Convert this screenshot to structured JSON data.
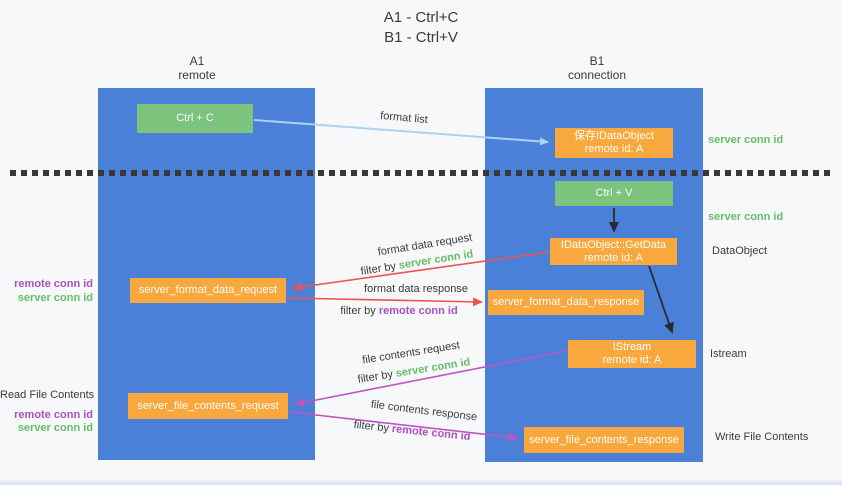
{
  "title": {
    "line1": "A1 - Ctrl+C",
    "line2": "B1 - Ctrl+V"
  },
  "lanes": {
    "left": {
      "title": "A1",
      "subtitle": "remote"
    },
    "right": {
      "title": "B1",
      "subtitle": "connection"
    }
  },
  "nodes": {
    "ctrl_c": {
      "label": "Ctrl + C"
    },
    "ctrl_v": {
      "label": "Ctrl + V"
    },
    "save_idataobject": {
      "line1": "保存IDataObject",
      "line2": "remote id: A"
    },
    "getdata": {
      "line1": "IDataObject::GetData",
      "line2": "remote id: A"
    },
    "istream": {
      "line1": "IStream",
      "line2": "remote id: A"
    },
    "format_request": {
      "label": "server_format_data_request"
    },
    "format_response": {
      "label": "server_format_data_response"
    },
    "file_request": {
      "label": "server_file_contents_request"
    },
    "file_response": {
      "label": "server_file_contents_response"
    }
  },
  "left_labels": {
    "format_remote": "remote conn id",
    "format_server": "server conn id",
    "read_title": "Read File Contents",
    "file_remote": "remote conn id",
    "file_server": "server conn id"
  },
  "right_labels": {
    "server_conn_top": "server conn id",
    "server_conn_mid": "server conn id",
    "dataobject": "DataObject",
    "istream": "Istream",
    "write_title": "Write File Contents"
  },
  "flow_labels": {
    "format_list": "format list",
    "format_data_request": "format data request",
    "format_data_request_filter_prefix": "filter by ",
    "format_data_request_filter_key": "server conn id",
    "format_data_response": "format data response",
    "format_data_response_filter_prefix": "filter by ",
    "format_data_response_filter_key": "remote conn id",
    "file_contents_request": "file contents request",
    "file_contents_request_filter_prefix": "filter by ",
    "file_contents_request_filter_key": "server conn id",
    "file_contents_response": "file contents response",
    "file_contents_response_filter_prefix": "filter by ",
    "file_contents_response_filter_key": "remote conn id"
  },
  "colors": {
    "lane_blue": "#4a80d8",
    "node_green": "#7cc47e",
    "node_orange": "#f9a83d",
    "label_green": "#67bd68",
    "label_purple": "#ab4fc3",
    "arrow_red": "#ee5350",
    "arrow_magenta": "#c054c0",
    "arrow_light_blue": "#a9d3f0",
    "arrow_black": "#2b2b2b",
    "text_dark": "#3b3b3b",
    "background": "#f7f8f9"
  }
}
